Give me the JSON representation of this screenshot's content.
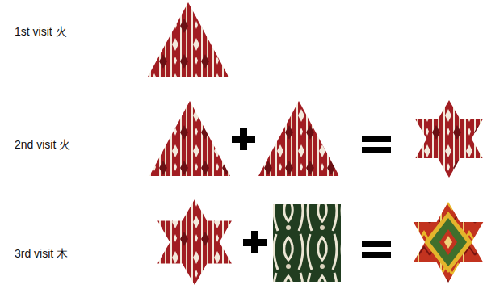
{
  "diagram": {
    "labels": [
      "1st visit 火",
      "2nd visit 火",
      "3rd visit 木"
    ]
  }
}
